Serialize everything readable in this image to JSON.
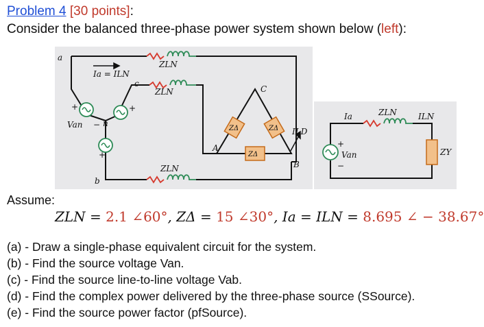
{
  "header": {
    "problem_label": "Problem 4",
    "points_label": "[30 points]",
    "colon": ":"
  },
  "intro": {
    "before": "Consider the balanced three-phase power system shown below (",
    "highlight": "left",
    "after": "):"
  },
  "circuit_left": {
    "node_a": "a",
    "node_b": "b",
    "node_c": "c",
    "node_n": "n",
    "node_A": "A",
    "node_B": "B",
    "node_C": "C",
    "current_label": "Ia = ILN",
    "zln_top": "ZLN",
    "zln_mid": "ZLN",
    "zln_bottom": "ZLN",
    "zdelta_left": "ZΔ",
    "zdelta_right": "ZΔ",
    "zdelta_bottom": "ZΔ",
    "ild": "ILD",
    "van": "Van",
    "plus": "+",
    "minus": "−"
  },
  "circuit_right": {
    "ia": "Ia",
    "zln": "ZLN",
    "iln": "ILN",
    "van": "Van",
    "zy": "ZY",
    "plus": "+",
    "minus": "−"
  },
  "assume": {
    "label": "Assume:",
    "zln_lhs": "ZLN = ",
    "zln_val": "2.1 ∠60°",
    "zd_lhs": ",  ZΔ = ",
    "zd_val": "15 ∠30°",
    "ia_lhs": ",   Ia = ILN = ",
    "ia_val": "8.695 ∠ − 38.67°"
  },
  "questions": [
    "(a) - Draw a single-phase equivalent circuit for the system.",
    "(b) - Find the source voltage Van.",
    "(c) - Find the source line-to-line voltage Vab.",
    "(d) - Find the complex power delivered by the three-phase source (SSource).",
    "(e) - Find the source power factor (pfSource)."
  ],
  "colors": {
    "accent_red": "#c0392b",
    "link_blue": "#1f4fd6",
    "panel_gray": "#e8e8ea",
    "impedance_fill": "#f2c08a",
    "impedance_stroke": "#c46a1a",
    "inductor_green": "#2e8b57",
    "resistor_red": "#d63a2e"
  }
}
